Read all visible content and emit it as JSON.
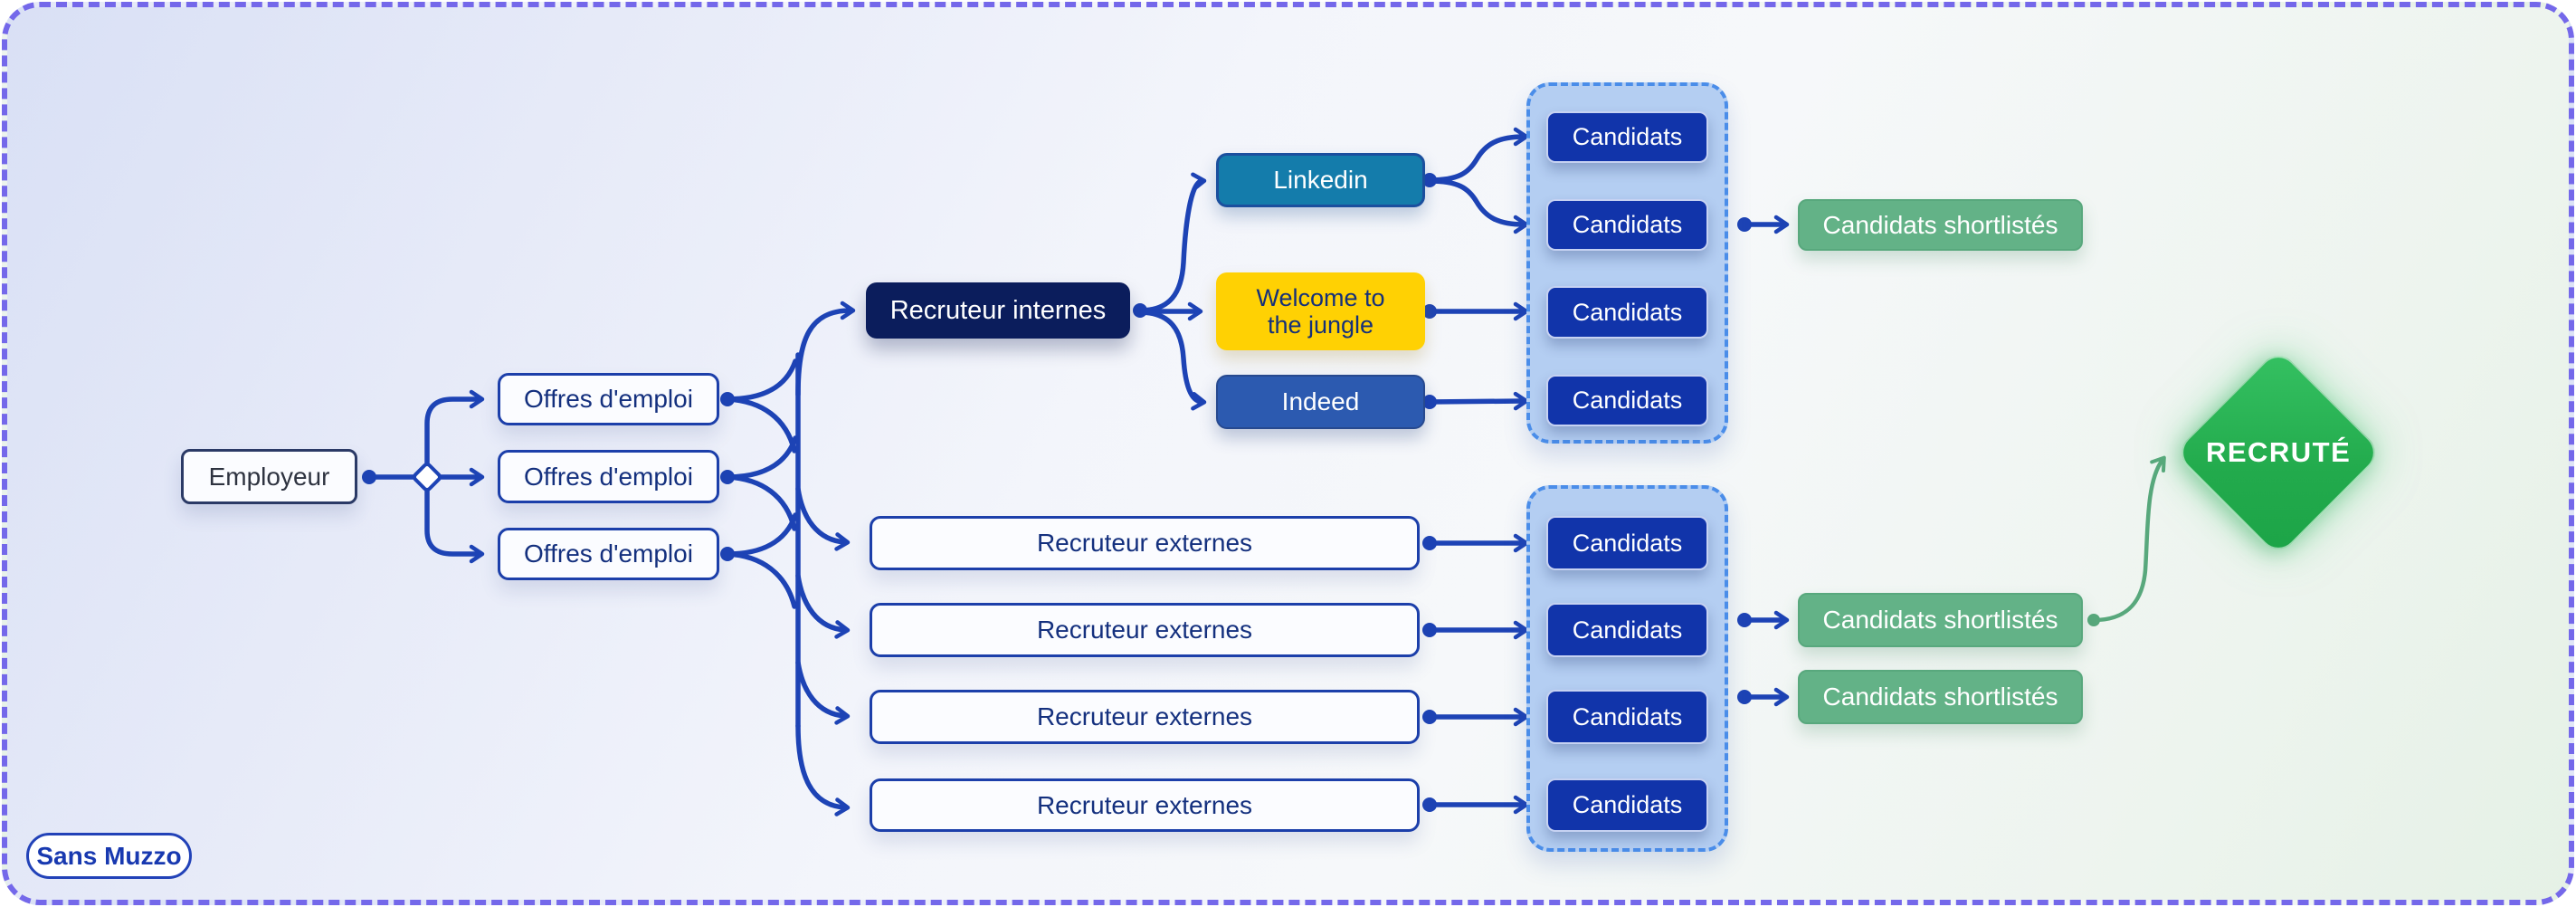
{
  "frame": {
    "badge": "Sans Muzzo"
  },
  "nodes": {
    "employeur": "Employeur",
    "offres": [
      "Offres d'emploi",
      "Offres d'emploi",
      "Offres d'emploi"
    ],
    "recruteur_internes": "Recruteur internes",
    "linkedin": "Linkedin",
    "welcome_to_the_jungle": "Welcome to the jungle",
    "indeed": "Indeed",
    "candidats_top": [
      "Candidats",
      "Candidats",
      "Candidats",
      "Candidats"
    ],
    "candidats_bottom": [
      "Candidats",
      "Candidats",
      "Candidats",
      "Candidats"
    ],
    "recruteurs_externes": [
      "Recruteur externes",
      "Recruteur externes",
      "Recruteur externes",
      "Recruteur externes"
    ],
    "shortlists_top": [
      "Candidats shortlistés"
    ],
    "shortlists_bottom": [
      "Candidats shortlistés",
      "Candidats shortlistés"
    ],
    "recrute": "RECRUTÉ"
  },
  "colors": {
    "arrow_blue": "#1d43b5",
    "arrow_green": "#58a87c",
    "frame_border": "#7468ea",
    "dark_navy_box": "#0b1d5c",
    "royal_blue_box": "#1134aa",
    "linkedin_teal": "#147cab",
    "wttj_yellow": "#ffd103",
    "indeed_blue": "#2c5ab0",
    "shortlist_green": "#63b287",
    "recrute_green": "#22aa4c",
    "container_fill": "#b4cef2",
    "container_border": "#4a8de9",
    "outline_navy": "#1c3faa",
    "text_navy": "#14307e"
  }
}
